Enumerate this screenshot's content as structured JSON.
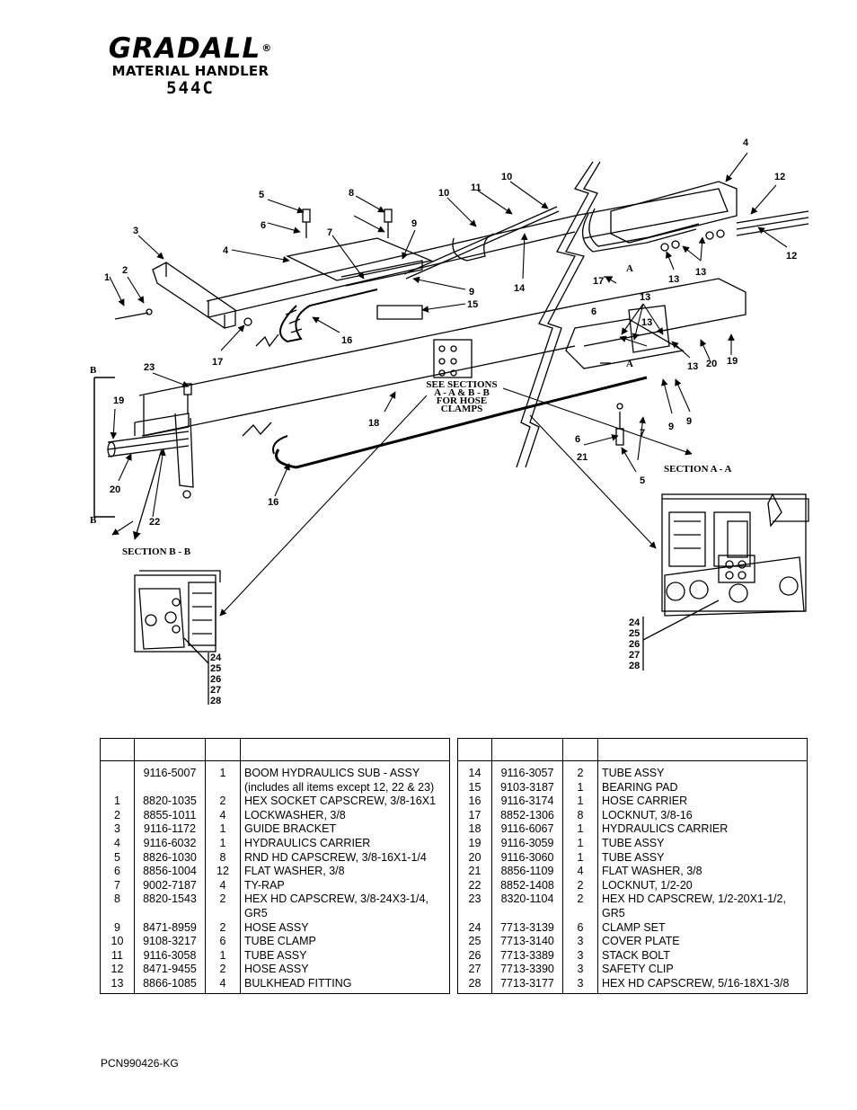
{
  "header": {
    "brand": "GRADALL",
    "registered": "®",
    "subtitle": "MATERIAL HANDLER",
    "model": "544C"
  },
  "diagram": {
    "callouts": [
      "1",
      "2",
      "3",
      "4",
      "5",
      "6",
      "7",
      "8",
      "9",
      "10",
      "11",
      "12",
      "13",
      "14",
      "15",
      "16",
      "17",
      "18",
      "19",
      "20",
      "21",
      "22",
      "23"
    ],
    "section_markers": {
      "a": "A",
      "b": "B"
    },
    "see_sections_note": [
      "SEE SECTIONS",
      "A - A  &  B - B",
      "FOR HOSE",
      "CLAMPS"
    ],
    "section_aa_title": "SECTION  A - A",
    "section_bb_title": "SECTION  B - B",
    "section_clamp_items": [
      "24",
      "25",
      "26",
      "27",
      "28"
    ]
  },
  "parts_left": [
    {
      "item": "",
      "part": "9116-5007",
      "qty": "1",
      "desc": "BOOM HYDRAULICS SUB - ASSY"
    },
    {
      "item": "",
      "part": "",
      "qty": "",
      "desc": "(includes all items except 12, 22 & 23)"
    },
    {
      "item": "1",
      "part": "8820-1035",
      "qty": "2",
      "desc": "HEX SOCKET CAPSCREW, 3/8-16X1"
    },
    {
      "item": "2",
      "part": "8855-1011",
      "qty": "4",
      "desc": "LOCKWASHER, 3/8"
    },
    {
      "item": "3",
      "part": "9116-1172",
      "qty": "1",
      "desc": "GUIDE BRACKET"
    },
    {
      "item": "4",
      "part": "9116-6032",
      "qty": "1",
      "desc": "HYDRAULICS CARRIER"
    },
    {
      "item": "5",
      "part": "8826-1030",
      "qty": "8",
      "desc": "RND HD CAPSCREW, 3/8-16X1-1/4"
    },
    {
      "item": "6",
      "part": "8856-1004",
      "qty": "12",
      "desc": "FLAT WASHER, 3/8"
    },
    {
      "item": "7",
      "part": "9002-7187",
      "qty": "4",
      "desc": "TY-RAP"
    },
    {
      "item": "8",
      "part": "8820-1543",
      "qty": "2",
      "desc": "HEX HD CAPSCREW, 3/8-24X3-1/4,"
    },
    {
      "item": "",
      "part": "",
      "qty": "",
      "desc": "GR5"
    },
    {
      "item": "9",
      "part": "8471-8959",
      "qty": "2",
      "desc": "HOSE ASSY"
    },
    {
      "item": "10",
      "part": "9108-3217",
      "qty": "6",
      "desc": "TUBE CLAMP"
    },
    {
      "item": "11",
      "part": "9116-3058",
      "qty": "1",
      "desc": "TUBE ASSY"
    },
    {
      "item": "12",
      "part": "8471-9455",
      "qty": "2",
      "desc": "HOSE ASSY"
    },
    {
      "item": "13",
      "part": "8866-1085",
      "qty": "4",
      "desc": "BULKHEAD FITTING"
    }
  ],
  "parts_right": [
    {
      "item": "14",
      "part": "9116-3057",
      "qty": "2",
      "desc": "TUBE ASSY"
    },
    {
      "item": "15",
      "part": "9103-3187",
      "qty": "1",
      "desc": "BEARING PAD"
    },
    {
      "item": "16",
      "part": "9116-3174",
      "qty": "1",
      "desc": "HOSE CARRIER"
    },
    {
      "item": "17",
      "part": "8852-1306",
      "qty": "8",
      "desc": "LOCKNUT, 3/8-16"
    },
    {
      "item": "18",
      "part": "9116-6067",
      "qty": "1",
      "desc": "HYDRAULICS CARRIER"
    },
    {
      "item": "19",
      "part": "9116-3059",
      "qty": "1",
      "desc": "TUBE ASSY"
    },
    {
      "item": "20",
      "part": "9116-3060",
      "qty": "1",
      "desc": "TUBE ASSY"
    },
    {
      "item": "21",
      "part": "8856-1109",
      "qty": "4",
      "desc": "FLAT WASHER, 3/8"
    },
    {
      "item": "22",
      "part": "8852-1408",
      "qty": "2",
      "desc": "LOCKNUT, 1/2-20"
    },
    {
      "item": "23",
      "part": "8320-1104",
      "qty": "2",
      "desc": "HEX HD CAPSCREW, 1/2-20X1-1/2,"
    },
    {
      "item": "",
      "part": "",
      "qty": "",
      "desc": "GR5"
    },
    {
      "item": "24",
      "part": "7713-3139",
      "qty": "6",
      "desc": "CLAMP SET"
    },
    {
      "item": "25",
      "part": "7713-3140",
      "qty": "3",
      "desc": "COVER PLATE"
    },
    {
      "item": "26",
      "part": "7713-3389",
      "qty": "3",
      "desc": "STACK BOLT"
    },
    {
      "item": "27",
      "part": "7713-3390",
      "qty": "3",
      "desc": "SAFETY CLIP"
    },
    {
      "item": "28",
      "part": "7713-3177",
      "qty": "3",
      "desc": "HEX HD CAPSCREW, 5/16-18X1-3/8"
    }
  ],
  "footer": {
    "code": "PCN990426-KG"
  }
}
